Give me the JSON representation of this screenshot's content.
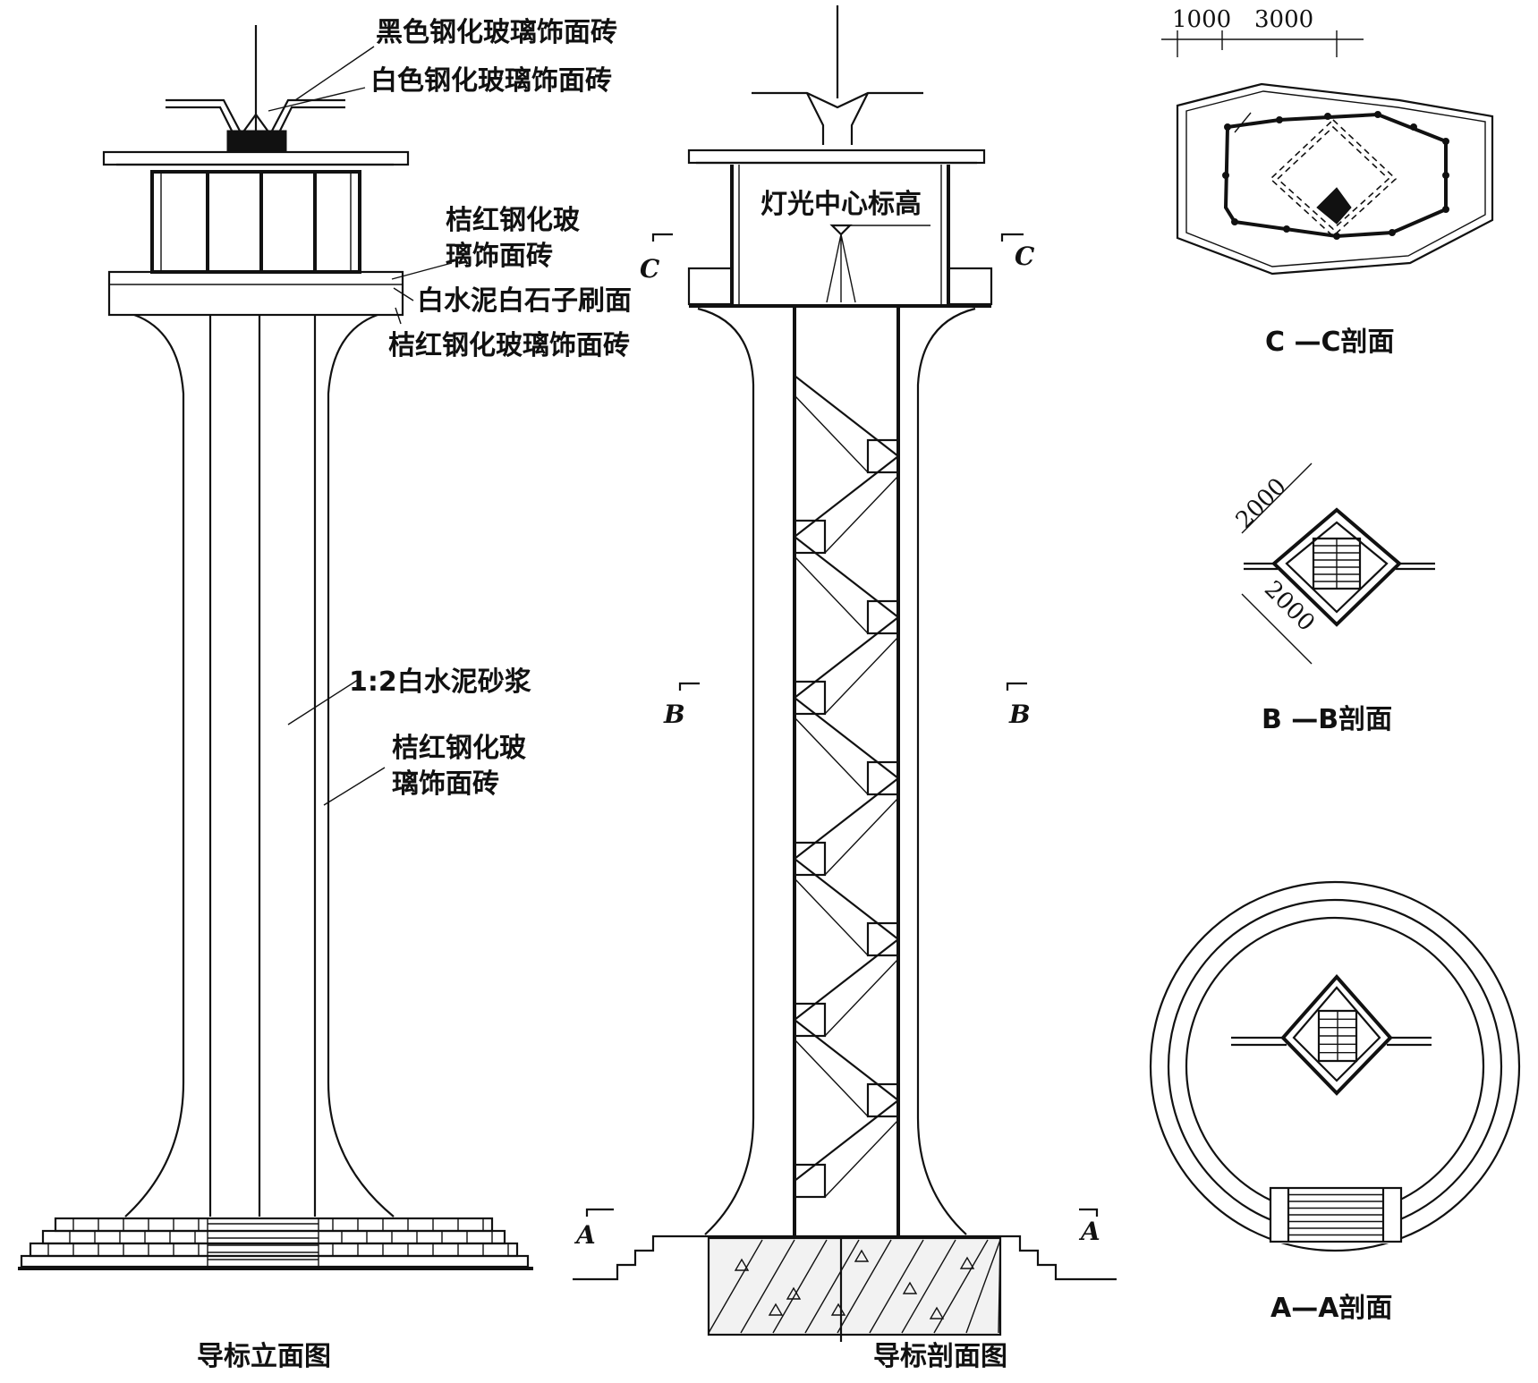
{
  "elevation": {
    "title": "导标立面图",
    "callout_black_tile": "黑色钢化玻璃饰面砖",
    "callout_white_tile": "白色钢化玻璃饰面砖",
    "callout_orange_tile_top_1": "桔红钢化玻",
    "callout_orange_tile_top_2": "璃饰面砖",
    "callout_white_cement": "白水泥白石子刷面",
    "callout_orange_tile_band": "桔红钢化玻璃饰面砖",
    "callout_mortar": "1:2白水泥砂浆",
    "callout_orange_tile_shaft_1": "桔红钢化玻",
    "callout_orange_tile_shaft_2": "璃饰面砖"
  },
  "section": {
    "title": "导标剖面图",
    "light_center_label": "灯光中心标高",
    "marks": {
      "c": "C",
      "b": "B",
      "a": "A"
    }
  },
  "section_cc": {
    "title": "C —C剖面",
    "dim_1": "1000",
    "dim_2": "3000"
  },
  "section_bb": {
    "title": "B —B剖面",
    "dim_1": "2000",
    "dim_2": "2000"
  },
  "section_aa": {
    "title": "A—A剖面"
  }
}
